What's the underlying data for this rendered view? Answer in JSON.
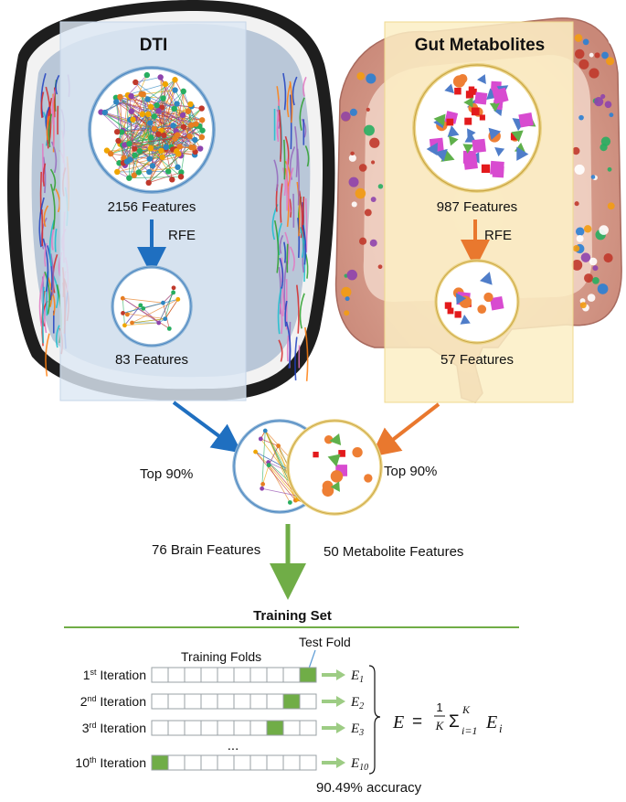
{
  "dti": {
    "title": "DTI",
    "features_before": "2156 Features",
    "step": "RFE",
    "features_after": "83 Features"
  },
  "gut": {
    "title": "Gut Metabolites",
    "features_before": "987 Features",
    "step": "RFE",
    "features_after": "57 Features"
  },
  "merge": {
    "left_pct": "Top 90%",
    "right_pct": "Top 90%",
    "brain_features": "76 Brain Features",
    "metabolite_features": "50 Metabolite Features"
  },
  "training": {
    "title": "Training Set",
    "training_folds_label": "Training Folds",
    "test_fold_label": "Test Fold",
    "ellipsis": "...",
    "accuracy": "90.49% accuracy",
    "rows": [
      {
        "num": "1",
        "sup": "st",
        "rest": " Iteration",
        "err": "E",
        "err_sub": "1",
        "test_fold_index": 9
      },
      {
        "num": "2",
        "sup": "nd",
        "rest": " Iteration",
        "err": "E",
        "err_sub": "2",
        "test_fold_index": 8
      },
      {
        "num": "3",
        "sup": "rd",
        "rest": " Iteration",
        "err": "E",
        "err_sub": "3",
        "test_fold_index": 7
      },
      {
        "num": "10",
        "sup": "th",
        "rest": " Iteration",
        "err": "E",
        "err_sub": "10",
        "test_fold_index": 0
      }
    ],
    "formula": {
      "lhs": "E",
      "eq": "=",
      "frac_num": "1",
      "frac_den": "K",
      "sigma": "Σ",
      "sup": "K",
      "sub": "i=1",
      "term": "E",
      "term_sub": "i"
    }
  },
  "colors": {
    "blue": "#1f6fc0",
    "orange": "#e9782e",
    "green": "#70ad47",
    "panel_blue": "#dde8f4",
    "panel_yellow": "#fbefc4"
  }
}
